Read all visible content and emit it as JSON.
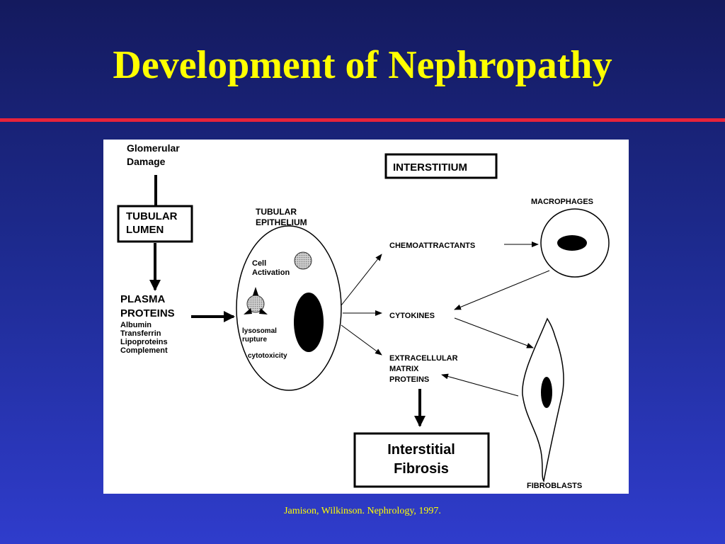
{
  "slide": {
    "title": "Development of Nephropathy",
    "citation": "Jamison, Wilkinson. Nephrology, 1997."
  },
  "diagram": {
    "glomerular": [
      "Glomerular",
      "Damage"
    ],
    "tubular_lumen": [
      "TUBULAR",
      "LUMEN"
    ],
    "plasma_proteins": [
      "PLASMA",
      "PROTEINS"
    ],
    "plasma_list": [
      "Albumin",
      "Transferrin",
      "Lipoproteins",
      "Complement"
    ],
    "tubular_epithelium": [
      "TUBULAR",
      "EPITHELIUM"
    ],
    "cell_activation": [
      "Cell",
      "Activation"
    ],
    "lysosomal": [
      "lysosomal",
      "rupture"
    ],
    "cytotoxicity": "cytotoxicity",
    "interstitium": "INTERSTITIUM",
    "macrophages": "MACROPHAGES",
    "chemoattractants": "CHEMOATTRACTANTS",
    "cytokines": "CYTOKINES",
    "ecm": [
      "EXTRACELLULAR",
      "MATRIX",
      "PROTEINS"
    ],
    "fibrosis": [
      "Interstitial",
      "Fibrosis"
    ],
    "fibroblasts": "FIBROBLASTS"
  },
  "colors": {
    "title": "#ffff00",
    "rule": "#e8233a",
    "background_top": "#141a5e",
    "background_bottom": "#2f3ccc"
  }
}
